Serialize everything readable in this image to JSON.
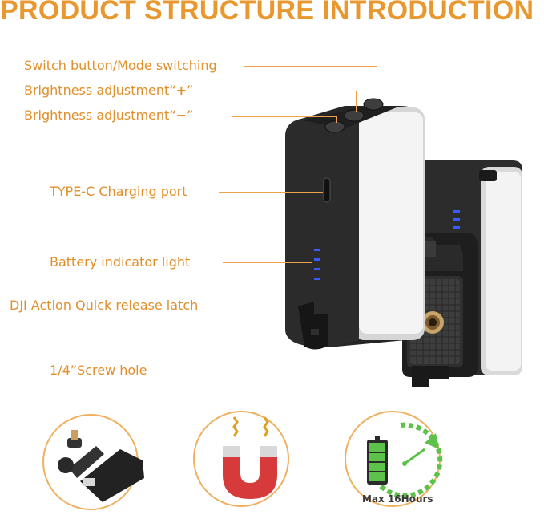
{
  "title": "PRODUCT STRUCTURE INTRODUCTION",
  "labels": {
    "switch": "Switch button/Mode switching",
    "bright_plus_text": "Brightness adjustment“",
    "bright_plus_sign": "+",
    "bright_plus_close": "”",
    "bright_minus_text": "Brightness adjustment“",
    "bright_minus_sign": "−",
    "bright_minus_close": "”",
    "typec": "TYPE-C Charging port",
    "battery": "Battery indicator light",
    "latch": "DJI Action Quick release latch",
    "screw": "1/4”Screw hole"
  },
  "features": {
    "battery_caption": "Max 16Hours"
  },
  "colors": {
    "accent": "#e9972f",
    "led": "#3b5bff",
    "battery_green": "#5cc24a"
  }
}
